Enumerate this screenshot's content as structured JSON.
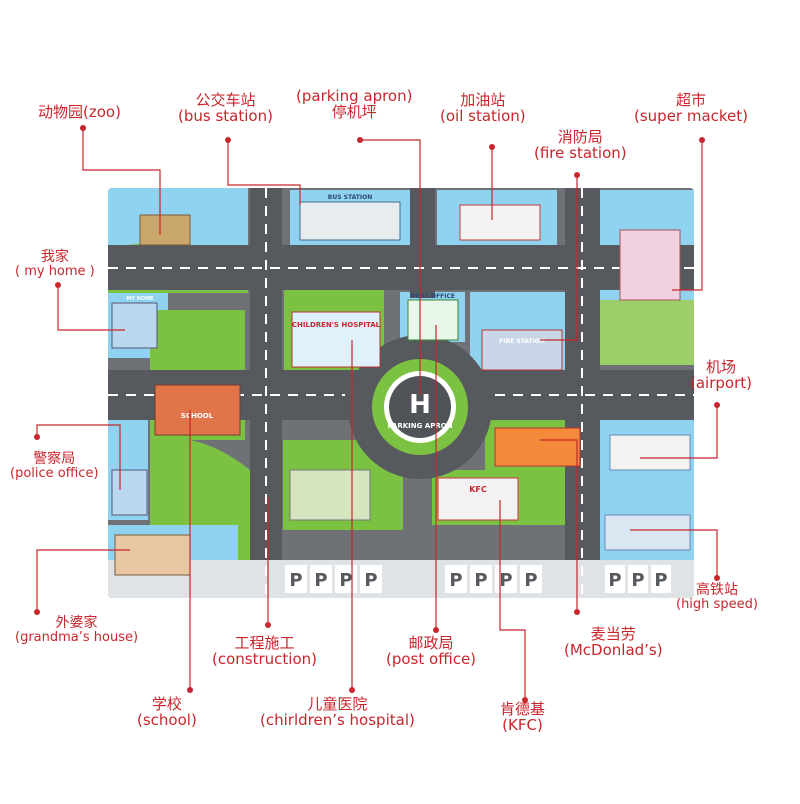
{
  "labels": {
    "zoo": {
      "zh": "动物园(zoo)",
      "en": ""
    },
    "bus": {
      "zh": "公交车站",
      "en": "(bus station)"
    },
    "apron": {
      "en": "(parking apron)",
      "zh": "停机坪"
    },
    "oil": {
      "zh": "加油站",
      "en": "(oil station)"
    },
    "fire": {
      "zh": "消防局",
      "en": "(fire station)"
    },
    "super": {
      "zh": "超市",
      "en": "(super macket)"
    },
    "home": {
      "zh": "我家",
      "en": "( my home )"
    },
    "airport": {
      "zh": "机场",
      "en": "(airport)"
    },
    "police": {
      "zh": "警察局",
      "en": "(police office)"
    },
    "highspeed": {
      "zh": "高铁站",
      "en": "(high speed)"
    },
    "grandma": {
      "zh": "外婆家",
      "en": "(grandma’s house)"
    },
    "construction": {
      "zh": "工程施工",
      "en": "(construction)"
    },
    "post": {
      "zh": "邮政局",
      "en": "(post office)"
    },
    "mcd": {
      "zh": "麦当劳",
      "en": "(McDonlad’s)"
    },
    "school": {
      "zh": "学校",
      "en": "(school)"
    },
    "hospital": {
      "zh": "儿童医院",
      "en": "(chirldren’s hospital)"
    },
    "kfc": {
      "zh": "肯德基",
      "en": "(KFC)"
    }
  },
  "map_signs": {
    "bus_station": "BUS STATION",
    "post_office": "POST OFFICE",
    "childrens_hospital": "CHILDREN'S HOSPITAL",
    "fire_station": "FIRE STATION",
    "school": "SCHOOL",
    "helipad_letter": "H",
    "helipad_text": "PARKING APRON",
    "kfc": "KFC",
    "my_home": "MY HOME",
    "parking_letter": "P"
  },
  "colors": {
    "label": "#c8262c",
    "road": "#5b5e62",
    "grass": "#7cc242",
    "sky": "#8fd3f0",
    "leader_line": "#c8262c"
  }
}
